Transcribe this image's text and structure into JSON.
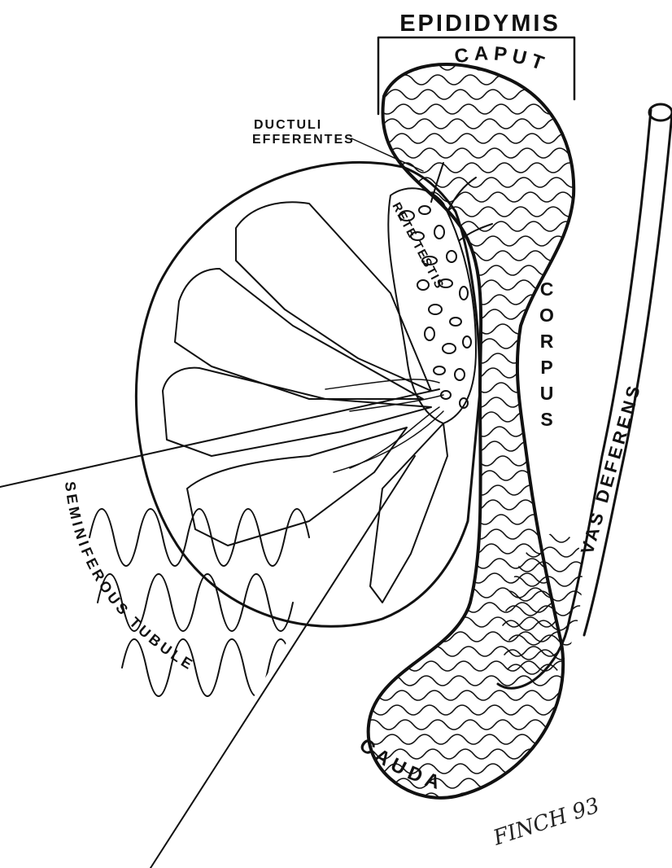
{
  "labels": {
    "epididymis": "EPIDIDYMIS",
    "caput": "CAPUT",
    "ductuli_line1": "DUCTULI",
    "ductuli_line2": "EFFERENTES",
    "rete_testis": "RETE TESTIS",
    "corpus": "CORPUS",
    "vas_deferens": "VAS DEFERENS",
    "seminiferous_tubule": "SEMINIFEROUS TUBULE",
    "cauda": "CAUDA"
  },
  "signature": "FINCH 93",
  "colors": {
    "ink": "#111111",
    "paper": "#ffffff"
  }
}
